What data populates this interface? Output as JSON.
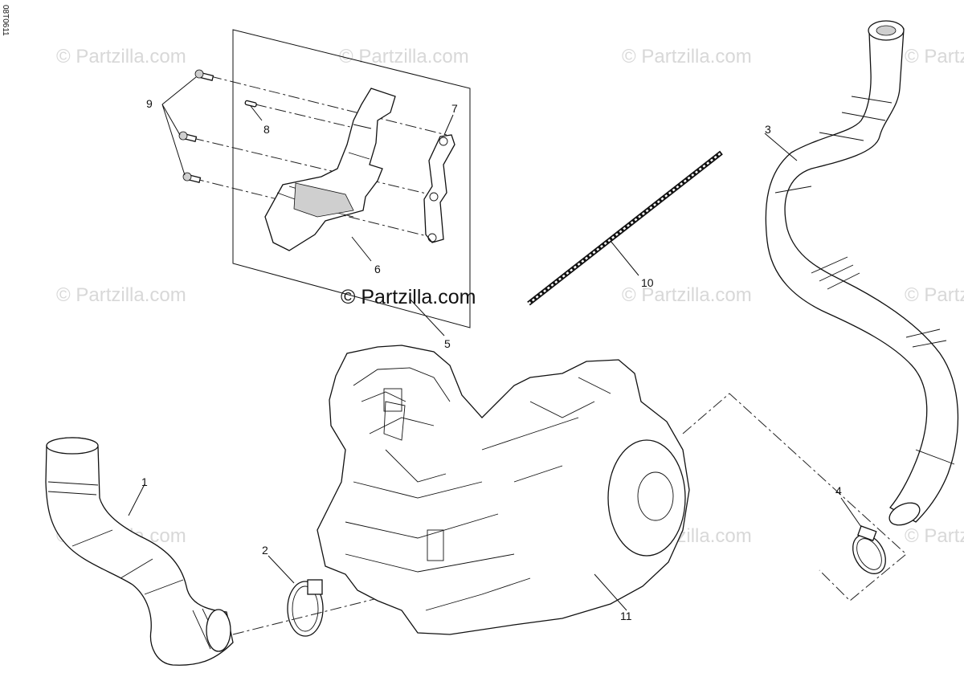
{
  "diagram": {
    "figure_code": "08T0611",
    "watermark_text": "© Partzilla.com",
    "main_watermark_text": "© Partzilla.com",
    "callouts": [
      {
        "id": "1",
        "label": "1"
      },
      {
        "id": "2",
        "label": "2"
      },
      {
        "id": "3",
        "label": "3"
      },
      {
        "id": "4",
        "label": "4"
      },
      {
        "id": "5",
        "label": "5"
      },
      {
        "id": "6",
        "label": "6"
      },
      {
        "id": "7",
        "label": "7"
      },
      {
        "id": "8",
        "label": "8"
      },
      {
        "id": "9",
        "label": "9"
      },
      {
        "id": "10",
        "label": "10"
      },
      {
        "id": "11",
        "label": "11"
      }
    ]
  },
  "colors": {
    "line": "#111111",
    "watermark": "#d8d8d8",
    "background": "#ffffff"
  }
}
